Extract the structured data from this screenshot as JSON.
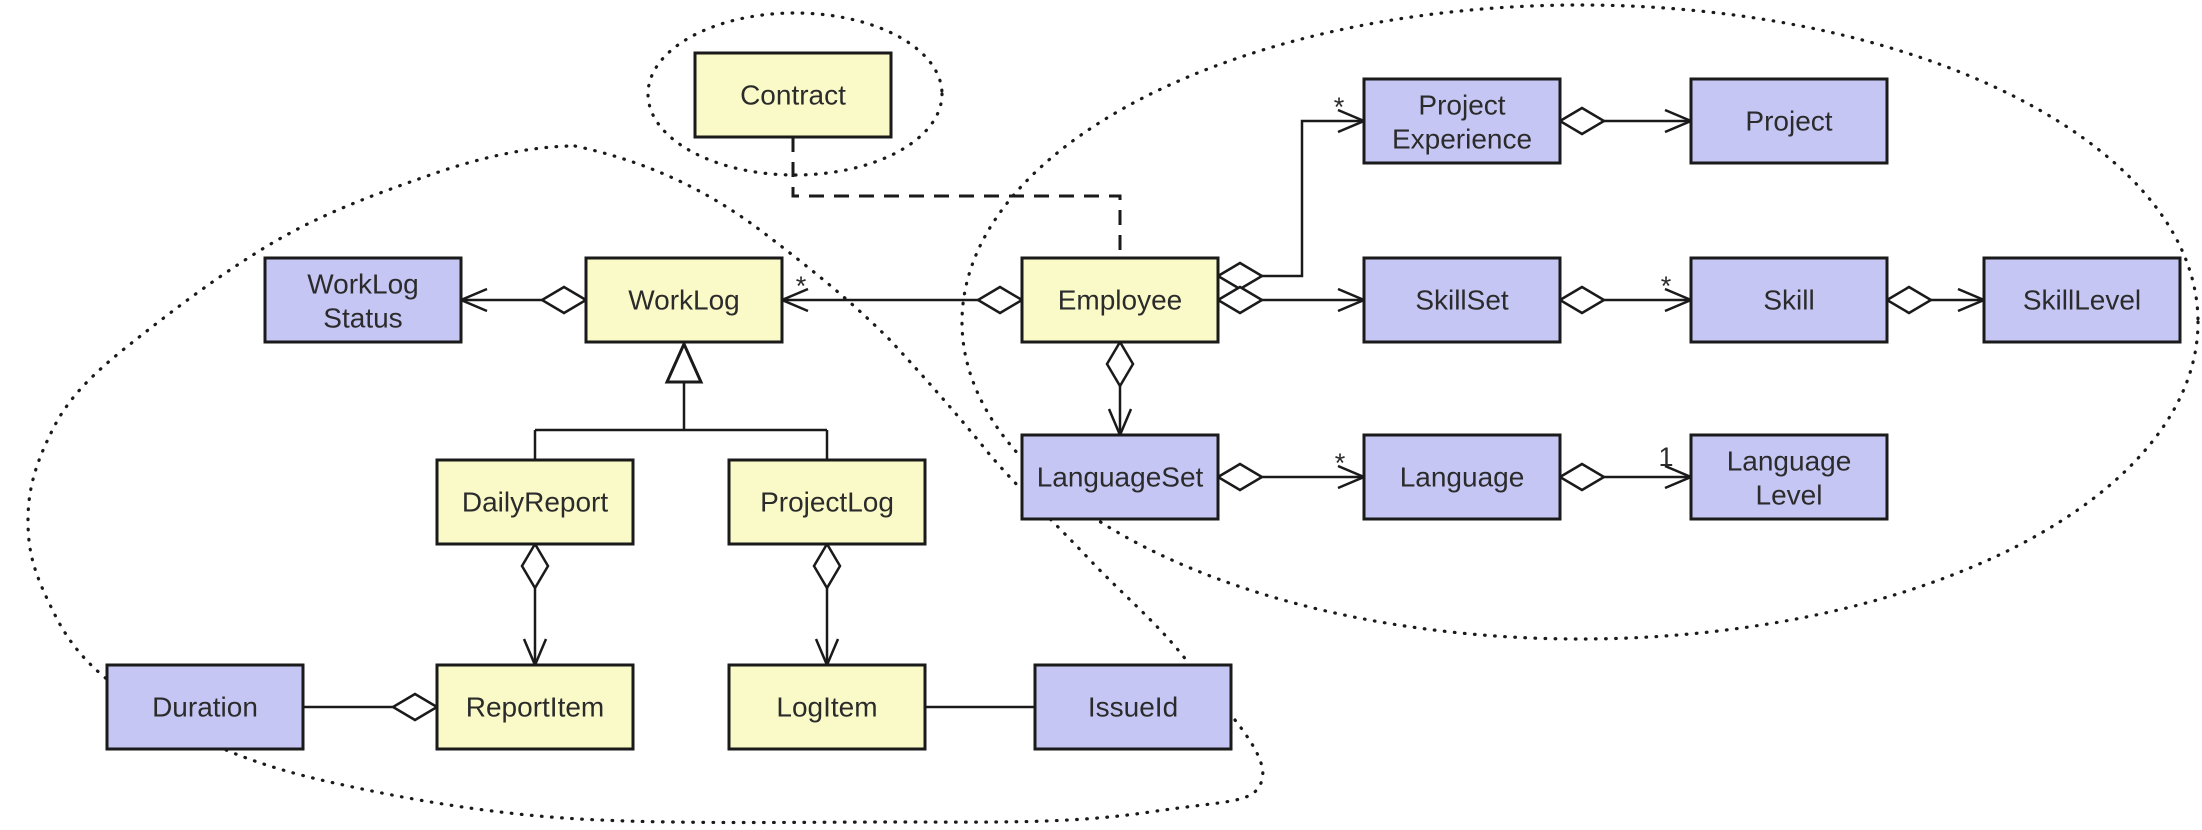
{
  "diagram": {
    "type": "uml-class-diagram",
    "background": "#FFFFFF",
    "colors": {
      "class_yellow": "#FAFAC8",
      "class_lavender": "#C6C6F4",
      "border": "#1A1A1A",
      "line": "#1A1A1A",
      "diamond_filled": "#5A5A5A",
      "text": "#2B2B2B"
    },
    "nodes": {
      "contract": {
        "label": "Contract",
        "line1": "Contract",
        "color": "yellow"
      },
      "worklog_status": {
        "label": "WorkLog Status",
        "line1": "WorkLog",
        "line2": "Status",
        "color": "lavender"
      },
      "worklog": {
        "label": "WorkLog",
        "line1": "WorkLog",
        "color": "yellow"
      },
      "employee": {
        "label": "Employee",
        "line1": "Employee",
        "color": "yellow"
      },
      "project_experience": {
        "label": "Project Experience",
        "line1": "Project",
        "line2": "Experience",
        "color": "lavender"
      },
      "project": {
        "label": "Project",
        "line1": "Project",
        "color": "lavender"
      },
      "skillset": {
        "label": "SkillSet",
        "line1": "SkillSet",
        "color": "lavender"
      },
      "skill": {
        "label": "Skill",
        "line1": "Skill",
        "color": "lavender"
      },
      "skill_level": {
        "label": "SkillLevel",
        "line1": "SkillLevel",
        "color": "lavender"
      },
      "language_set": {
        "label": "LanguageSet",
        "line1": "LanguageSet",
        "color": "lavender"
      },
      "language": {
        "label": "Language",
        "line1": "Language",
        "color": "lavender"
      },
      "language_level": {
        "label": "Language Level",
        "line1": "Language",
        "line2": "Level",
        "color": "lavender"
      },
      "daily_report": {
        "label": "DailyReport",
        "line1": "DailyReport",
        "color": "yellow"
      },
      "project_log": {
        "label": "ProjectLog",
        "line1": "ProjectLog",
        "color": "yellow"
      },
      "duration": {
        "label": "Duration",
        "line1": "Duration",
        "color": "lavender"
      },
      "report_item": {
        "label": "ReportItem",
        "line1": "ReportItem",
        "color": "yellow"
      },
      "log_item": {
        "label": "LogItem",
        "line1": "LogItem",
        "color": "yellow"
      },
      "issue_id": {
        "label": "IssueId",
        "line1": "IssueId",
        "color": "lavender"
      }
    },
    "multiplicities": {
      "worklog": "*",
      "project_experience": "*",
      "skill": "*",
      "language": "*",
      "language_level": "1"
    },
    "relationships": [
      {
        "from": "WorkLog",
        "to": "WorkLogStatus",
        "type": "composition"
      },
      {
        "from": "Employee",
        "to": "WorkLog",
        "type": "aggregation",
        "target_multiplicity": "*"
      },
      {
        "from": "Employee",
        "to": "ProjectExperience",
        "type": "aggregation",
        "target_multiplicity": "*"
      },
      {
        "from": "ProjectExperience",
        "to": "Project",
        "type": "composition"
      },
      {
        "from": "Employee",
        "to": "SkillSet",
        "type": "aggregation"
      },
      {
        "from": "SkillSet",
        "to": "Skill",
        "type": "composition",
        "target_multiplicity": "*"
      },
      {
        "from": "Skill",
        "to": "SkillLevel",
        "type": "composition"
      },
      {
        "from": "Employee",
        "to": "LanguageSet",
        "type": "aggregation"
      },
      {
        "from": "LanguageSet",
        "to": "Language",
        "type": "composition",
        "target_multiplicity": "*"
      },
      {
        "from": "Language",
        "to": "LanguageLevel",
        "type": "composition",
        "target_multiplicity": "1"
      },
      {
        "from": "DailyReport",
        "to": "WorkLog",
        "type": "generalization"
      },
      {
        "from": "ProjectLog",
        "to": "WorkLog",
        "type": "generalization"
      },
      {
        "from": "DailyReport",
        "to": "ReportItem",
        "type": "composition"
      },
      {
        "from": "ProjectLog",
        "to": "LogItem",
        "type": "composition"
      },
      {
        "from": "ReportItem",
        "to": "Duration",
        "type": "composition"
      },
      {
        "from": "LogItem",
        "to": "IssueId",
        "type": "association"
      },
      {
        "from": "Contract",
        "to": "Employee",
        "type": "dependency",
        "style": "dashed"
      }
    ],
    "boundaries": [
      {
        "id": "contract-boundary",
        "style": "dotted-ellipse"
      },
      {
        "id": "worklog-cluster-boundary",
        "style": "dotted-blob"
      },
      {
        "id": "employee-cluster-boundary",
        "style": "dotted-ellipse"
      }
    ]
  }
}
